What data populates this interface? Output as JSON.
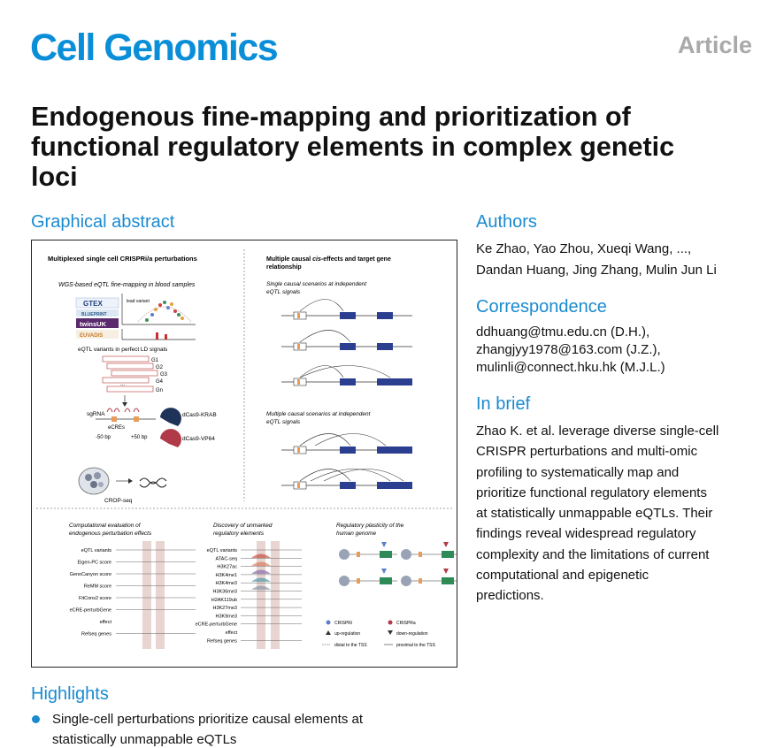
{
  "header": {
    "journal": "Cell Genomics",
    "article_type": "Article"
  },
  "title": "Endogenous fine-mapping and prioritization of functional regulatory elements in complex genetic loci",
  "graphical_abstract": {
    "heading": "Graphical abstract",
    "panel1": {
      "title": "Multiplexed single cell CRISPRi/a perturbations",
      "subtitle": "WGS-based eQTL fine-mapping in blood samples",
      "logos": [
        "GTEX",
        "BLUEPRINT",
        "twinsUK",
        "EUVADIS"
      ],
      "lead_variant": "lead variant",
      "ld_label": "eQTL variants in perfect LD signals",
      "groups": [
        "G1",
        "G2",
        "G3",
        "G4",
        "Gn"
      ],
      "dots": "...",
      "sgrna": "sgRNA",
      "ecres": "eCREs",
      "minus50": "-50 bp",
      "plus50": "+50 bp",
      "krab": "dCas9-KRAB",
      "vp64": "dCas9-VP64",
      "crop": "CROP-seq"
    },
    "panel2": {
      "title1": "Multiple causal",
      "title_italic": "cis",
      "title2": "-effects and target gene",
      "title3": "relationship",
      "single_1": "Single causal scenarios at independent",
      "single_2": "eQTL signals",
      "multi_1": "Multiple causal scenarios at independent",
      "multi_2": "eQTL signals"
    },
    "panel3": {
      "title1": "Computational evaluation of",
      "title2": "endogenous perturbation effects",
      "tracks": [
        "eQTL variants",
        "Eigen-PC score",
        "GenoCanyon score",
        "ReMM score",
        "FitCons2 score",
        "eCRE-perturbGene",
        "effect",
        "Refseq genes"
      ]
    },
    "panel4": {
      "title1": "Discovery of unmarked",
      "title2": "regulatory elements",
      "tracks": [
        "eQTL variants",
        "ATAC-seq",
        "H3K27ac",
        "H3K4me1",
        "H3K4me3",
        "H3K36me3",
        "H2AK119ub",
        "H3K27me3",
        "H3K9me3",
        "eCRE-perturbGene",
        "effect",
        "Refseq genes"
      ]
    },
    "panel5": {
      "title1": "Regulatory plasticity of the",
      "title2": "human genome",
      "legend": [
        "CRISPRi",
        "CRISPRa",
        "up-regulation",
        "down-regulation",
        "distal to the TSS",
        "proximal to the TSS"
      ]
    },
    "colors": {
      "gene_blue": "#2c3e8f",
      "element_orange": "#e89c5a",
      "krab_navy": "#1f3358",
      "vp64_red": "#b03a48",
      "band_pink": "#e8d4d0",
      "heading_blue": "#1a8bd0"
    }
  },
  "authors": {
    "heading": "Authors",
    "line1": "Ke Zhao, Yao Zhou, Xueqi Wang, ...,",
    "line2": "Dandan Huang, Jing Zhang, Mulin Jun Li"
  },
  "correspondence": {
    "heading": "Correspondence",
    "emails": [
      "ddhuang@tmu.edu.cn (D.H.),",
      "zhangjyy1978@163.com (J.Z.),",
      "mulinli@connect.hku.hk (M.J.L.)"
    ]
  },
  "in_brief": {
    "heading": "In brief",
    "lines": [
      "Zhao K. et al. leverage diverse single-cell",
      "CRISPR perturbations and multi-omic",
      "profiling to systematically map and",
      "prioritize functional regulatory elements",
      "at statistically unmappable eQTLs. Their",
      "findings reveal widespread regulatory",
      "complexity and the limitations of current",
      "computational and epigenetic",
      "predictions."
    ]
  },
  "highlights": {
    "heading": "Highlights",
    "items": [
      {
        "line1": "Single-cell perturbations prioritize causal elements at",
        "line2": "statistically unmappable eQTLs"
      }
    ]
  }
}
